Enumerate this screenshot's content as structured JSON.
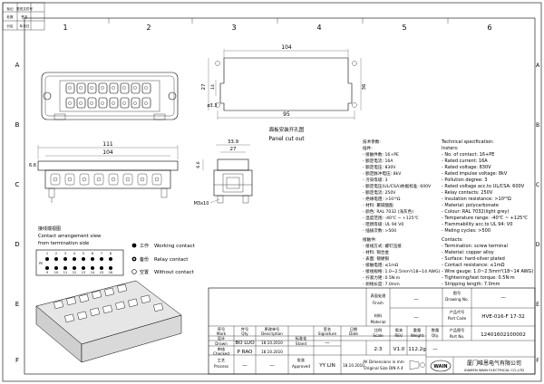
{
  "border": {
    "cols": [
      "1",
      "2",
      "3",
      "4",
      "5",
      "6"
    ],
    "rows": [
      "A",
      "B",
      "C",
      "D",
      "E",
      "F"
    ]
  },
  "revision_strip": [
    "标记",
    "处数",
    "分区",
    "更改文件号",
    "签名",
    "年月日"
  ],
  "panel_cutout": {
    "width": "104",
    "height_left": "27",
    "height_right": "36",
    "mid": "14",
    "hole": "ø3.3",
    "pitch": "95",
    "title_cn": "面板安装开孔图",
    "title_en": "Panel cut out"
  },
  "side_view": {
    "overall": "111",
    "inner": "104",
    "height": "6.6",
    "screw": "M3x10"
  },
  "end_view": {
    "width": "33.9",
    "inner": "27"
  },
  "termination": {
    "title_cn": "接线端视图",
    "title_en1": "Contact arrangement view",
    "title_en2": "from termination side",
    "top_row": [
      "1",
      "2",
      "3",
      "4",
      "5",
      "6",
      "7",
      "8"
    ],
    "bottom_row": [
      "9",
      "10",
      "11",
      "12",
      "13",
      "14",
      "15",
      "16"
    ],
    "left_mark": "PE",
    "legend": [
      {
        "cn": "工作",
        "en": "Working contact"
      },
      {
        "cn": "备份",
        "en": "Relay contact"
      },
      {
        "cn": "空置",
        "en": "Without contact"
      }
    ]
  },
  "spec_cn": {
    "title": "技术参数:",
    "lines": [
      "插件:",
      "- 接触件数: 16+PE",
      "- 额定电流: 16A",
      "- 额定电压: 830V",
      "- 额定脉冲电压: 8kV",
      "- 污染等级: 3",
      "- 额定电压(UL/CSA)依据标准: 600V",
      "- 额定电流: 250V",
      "- 绝缘电阻: >10¹⁰Ω",
      "- 材料: 聚碳酸酯",
      "- 颜色: RAL 7032 (浅灰色)",
      "- 温度范围: -40℃ ~ +125℃",
      "- 阻燃等级: UL 94 V0",
      "- 插拔次数: >500",
      "接触件:",
      "- 接线方式: 螺钉压接",
      "- 材料: 铜合金",
      "- 表面: 镀硬银",
      "- 接触电阻: ≤1mΩ",
      "- 接线规格: 1.0~2.5mm²(18~14 AWG)",
      "- 拧紧力矩: 0.5N·m",
      "- 剥线长度: 7.0mm"
    ]
  },
  "spec_en": {
    "title": "Technical specification:",
    "lines": [
      "Insters:",
      "- No. of contact: 16+PE",
      "- Rated current: 16A",
      "- Rated voltage: 830V",
      "- Rated impulse voltage: 8kV",
      "- Pollution degree: 3",
      "- Rated voltage acc.to UL/CSA: 600V",
      "- Relay contacts: 250V",
      "- Insulation resistance: >10¹⁰Ω",
      "- Material: polycarbonate",
      "- Colour: RAL 7032(light grey)",
      "- Temperature range: -40℃ ~ +125℃",
      "- Flammability acc.to UL 94: V0",
      "- Meling cycles: >500",
      "Contacts:",
      "- Termination: screw terminal",
      "- Material: copper alloy",
      "- Surface: hard-silver plated",
      "- Contact resistance: ≤1mΩ",
      "- Wire gauge: 1.0~2.5mm²(18~14 AWG)",
      "- Tightening/test torque: 0.5N·m",
      "- Stripping length: 7.0mm"
    ]
  },
  "title_block": {
    "surface_cn": "表面处理",
    "surface_en": "Finish",
    "surface_val": "—",
    "material_cn": "材料",
    "material_en": "Material",
    "material_val": "—",
    "drawing_cn": "图号",
    "drawing_en": "Drawing No.",
    "drawing_val": "—",
    "code_cn": "产品代号",
    "code_en": "Part Code",
    "code_val": "HVE-016-F 17-32",
    "partno_cn": "产品图号",
    "partno_en": "Part No.",
    "partno_val": "12401602100002",
    "headers": [
      {
        "cn": "序号",
        "en": "Mark"
      },
      {
        "cn": "件号",
        "en": "Qty"
      },
      {
        "cn": "更改单号",
        "en": "Description"
      },
      {
        "cn": "签名",
        "en": "Signature"
      },
      {
        "cn": "日期",
        "en": "Date"
      }
    ],
    "drawn_cn": "设计",
    "drawn_en": "Drawn",
    "drawn_name": "BO LUO",
    "drawn_date": "18.10.2010",
    "checked_cn": "审核",
    "checked_en": "Checked",
    "checked_name": "P RAO",
    "checked_date": "18.10.2010",
    "process_cn": "工艺",
    "process_en": "Process",
    "process_name": "—",
    "process_date": "—",
    "std_cn": "标准化",
    "std_en": "Stand",
    "std_val": "—",
    "approved_cn": "批准",
    "approved_en": "Approved",
    "approved_name": "YY LIN",
    "approved_date": "18.10.2010",
    "scale_cn": "比例",
    "scale_en": "Scale",
    "scale_val": "2:3",
    "rev_cn": "版本",
    "rev_en": "REV.",
    "rev_val": "V1.0",
    "weight_cn": "重量",
    "weight_en": "Weight",
    "weight_val": "112.2g",
    "qty_cn": "数量",
    "qty_en": "Qty.",
    "qty_val": "—",
    "note1": "All Dimensions in mm",
    "note2": "Original Size DIN A 4",
    "company_cn": "厦门唯恩电气有限公司",
    "company_en": "XIAMEN WAIN ELECTRICAL CO.,LTD",
    "logo": "WAIN"
  }
}
